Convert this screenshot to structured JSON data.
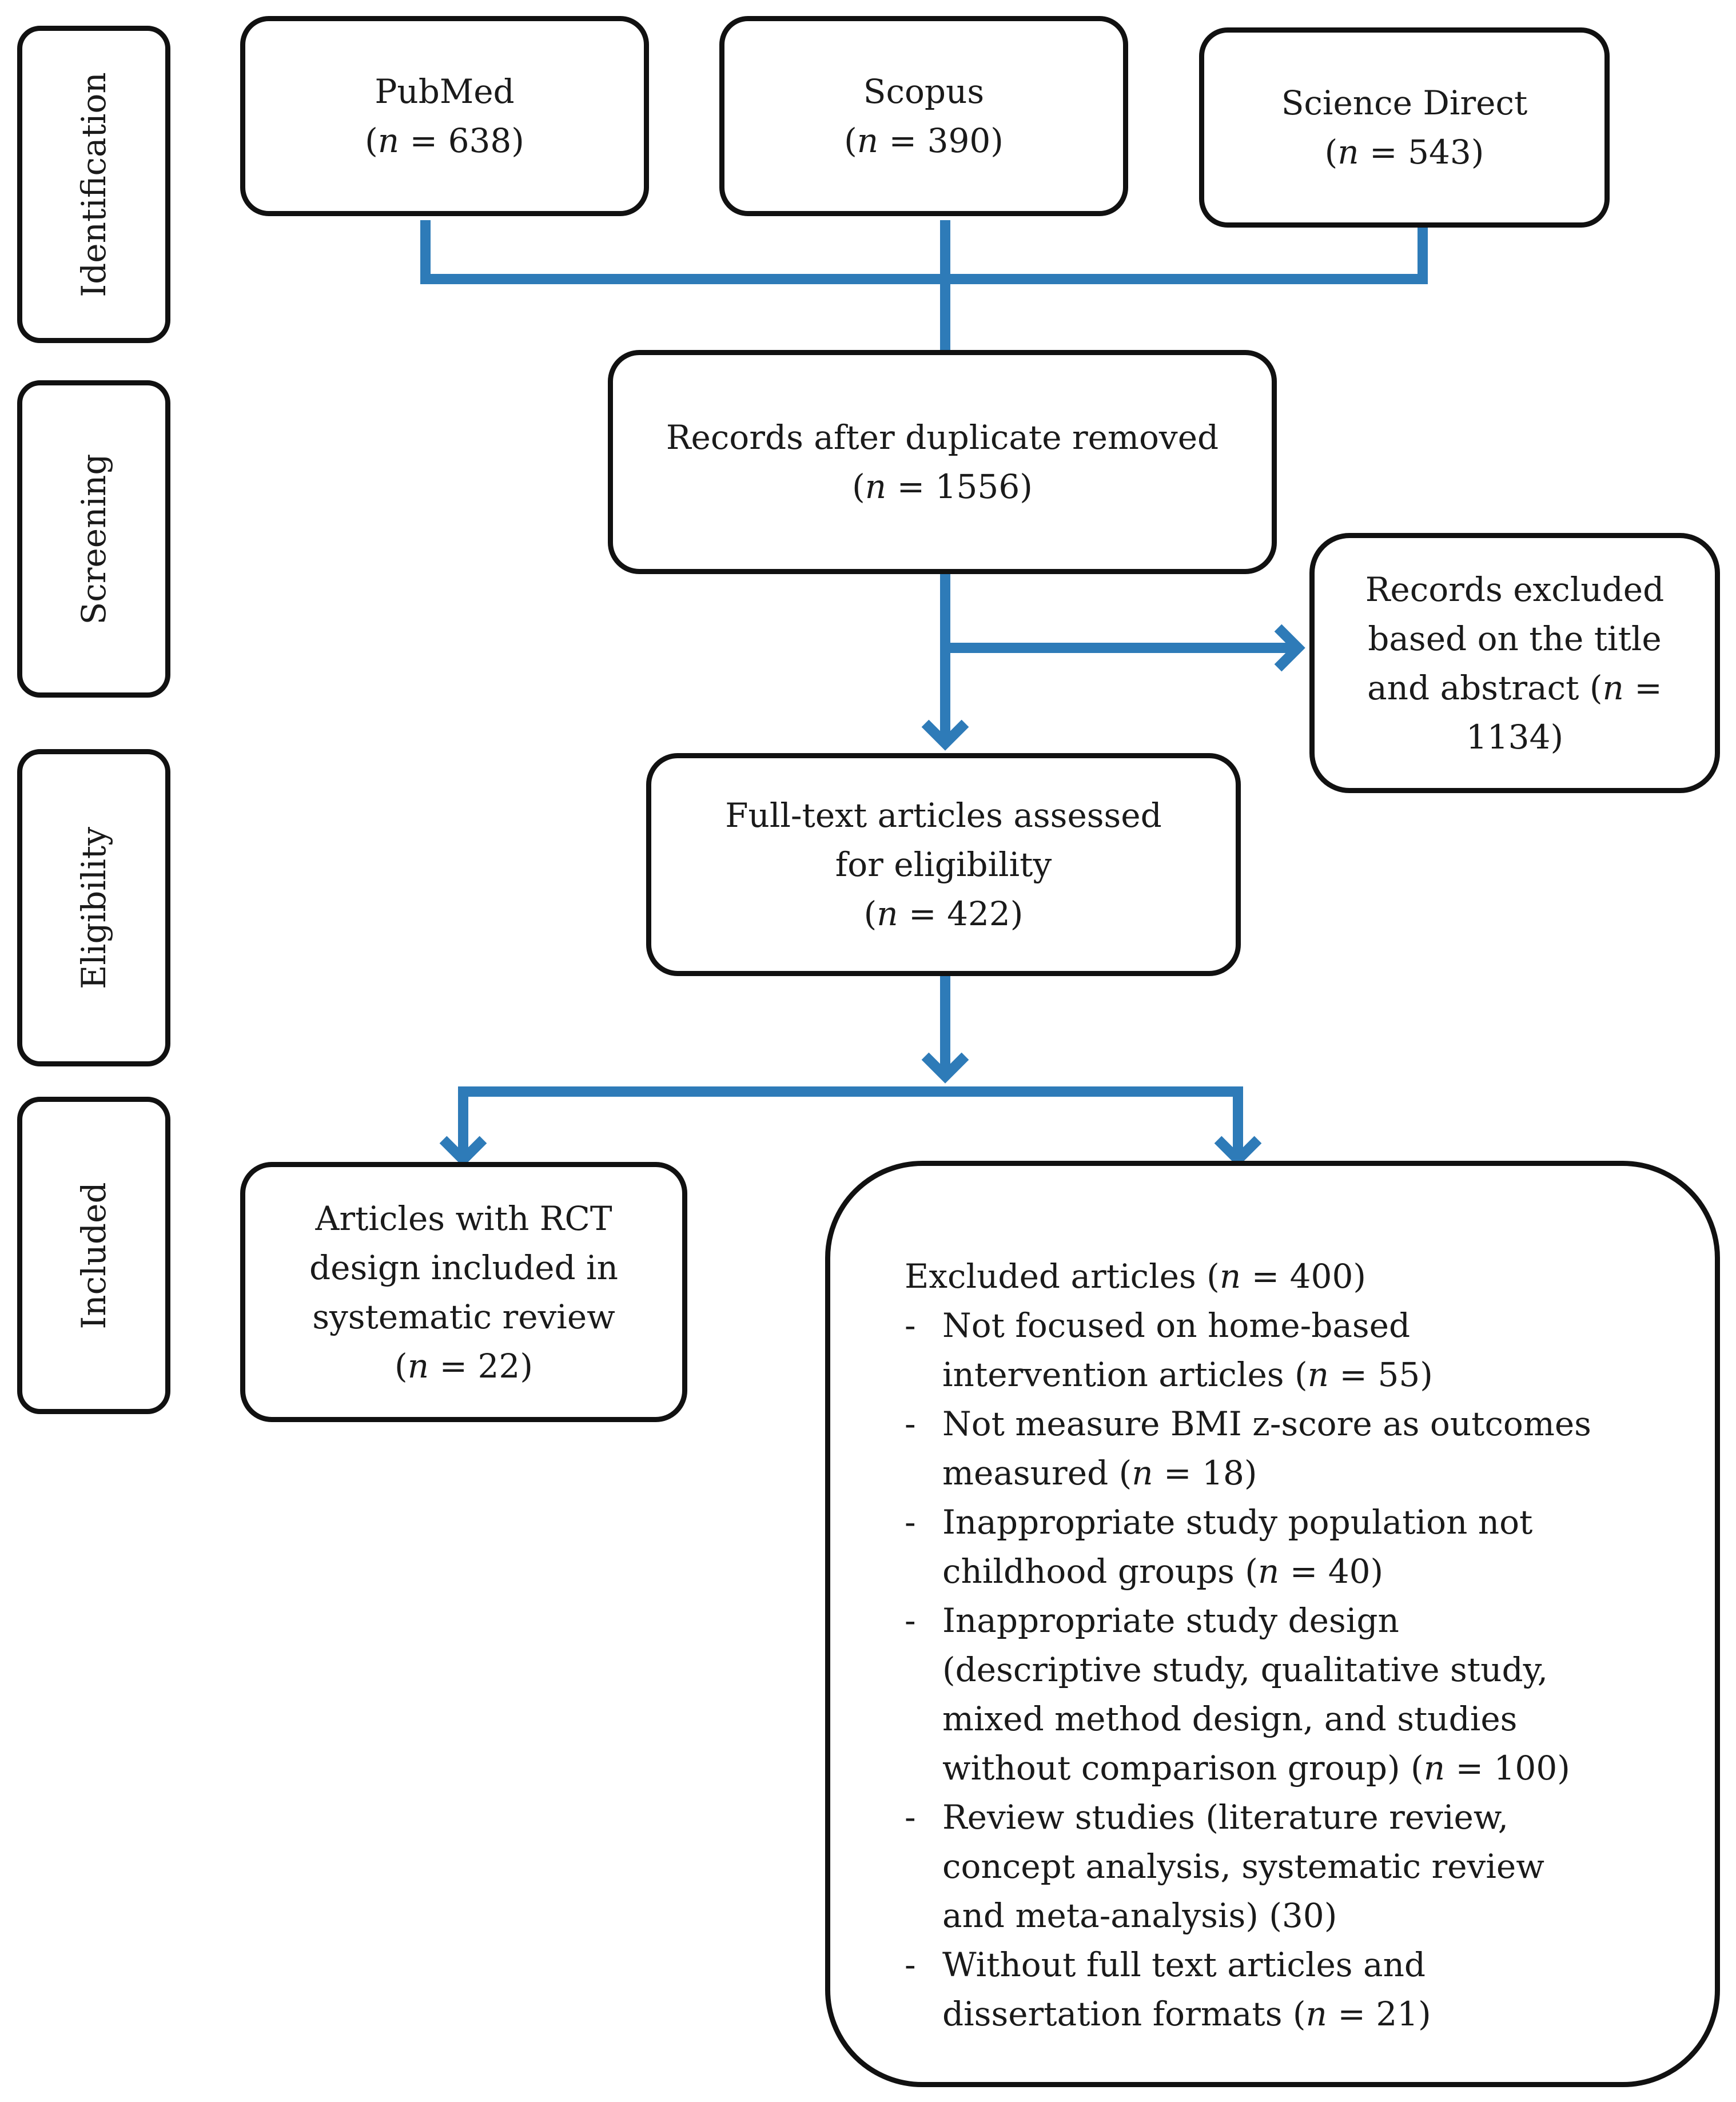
{
  "colors": {
    "arrow": "#2e7bb8",
    "border": "#111111"
  },
  "stages": {
    "identification": "Identification",
    "screening": "Screening",
    "eligibility": "Eligibility",
    "included": "Included"
  },
  "sources": [
    {
      "name": "PubMed",
      "count": {
        "pre": "(",
        "n": "n",
        "post": " = 638)"
      }
    },
    {
      "name": "Scopus",
      "count": {
        "pre": "(",
        "n": "n",
        "post": " = 390)"
      }
    },
    {
      "name": "Science Direct",
      "count": {
        "pre": "(",
        "n": "n",
        "post": " = 543)"
      }
    }
  ],
  "records": {
    "label": "Records after duplicate removed",
    "count": {
      "pre": "(",
      "n": "n",
      "post": " = 1556)"
    }
  },
  "records_excluded": {
    "line1": "Records excluded",
    "line2": "based on the title",
    "line3": {
      "pre": "and abstract (",
      "n": "n",
      "post": " ="
    },
    "line4": "1134)"
  },
  "fulltext": {
    "line1": "Full-text articles assessed",
    "line2": "for eligibility",
    "count": {
      "pre": "(",
      "n": "n",
      "post": " = 422)"
    }
  },
  "included": {
    "line1": "Articles with RCT",
    "line2": "design included in",
    "line3": "systematic review",
    "count": {
      "pre": "(",
      "n": "n",
      "post": " = 22)"
    }
  },
  "excluded": {
    "title": {
      "pre": "Excluded articles (",
      "n": "n",
      "post": " = 400)"
    },
    "dash": "-",
    "items": [
      {
        "lines": [
          {
            "text": "Not focused on home-based"
          },
          {
            "pre": "intervention articles (",
            "n": "n",
            "post": " = 55)"
          }
        ]
      },
      {
        "lines": [
          {
            "text": "Not measure BMI z-score as outcomes"
          },
          {
            "pre": "measured (",
            "n": "n",
            "post": " = 18)"
          }
        ]
      },
      {
        "lines": [
          {
            "text": "Inappropriate study population not"
          },
          {
            "pre": "childhood groups (",
            "n": "n",
            "post": " = 40)"
          }
        ]
      },
      {
        "lines": [
          {
            "text": "Inappropriate study design"
          },
          {
            "text": "(descriptive study, qualitative study,"
          },
          {
            "text": "mixed method design, and studies"
          },
          {
            "pre": "without comparison group) (",
            "n": "n",
            "post": " = 100)"
          }
        ]
      },
      {
        "lines": [
          {
            "text": "Review studies (literature review,"
          },
          {
            "text": "concept analysis, systematic review"
          },
          {
            "text": "and meta-analysis) (30)"
          }
        ]
      },
      {
        "lines": [
          {
            "text": "Without full text articles and"
          },
          {
            "pre": "dissertation formats (",
            "n": "n",
            "post": " = 21)"
          }
        ]
      }
    ]
  }
}
